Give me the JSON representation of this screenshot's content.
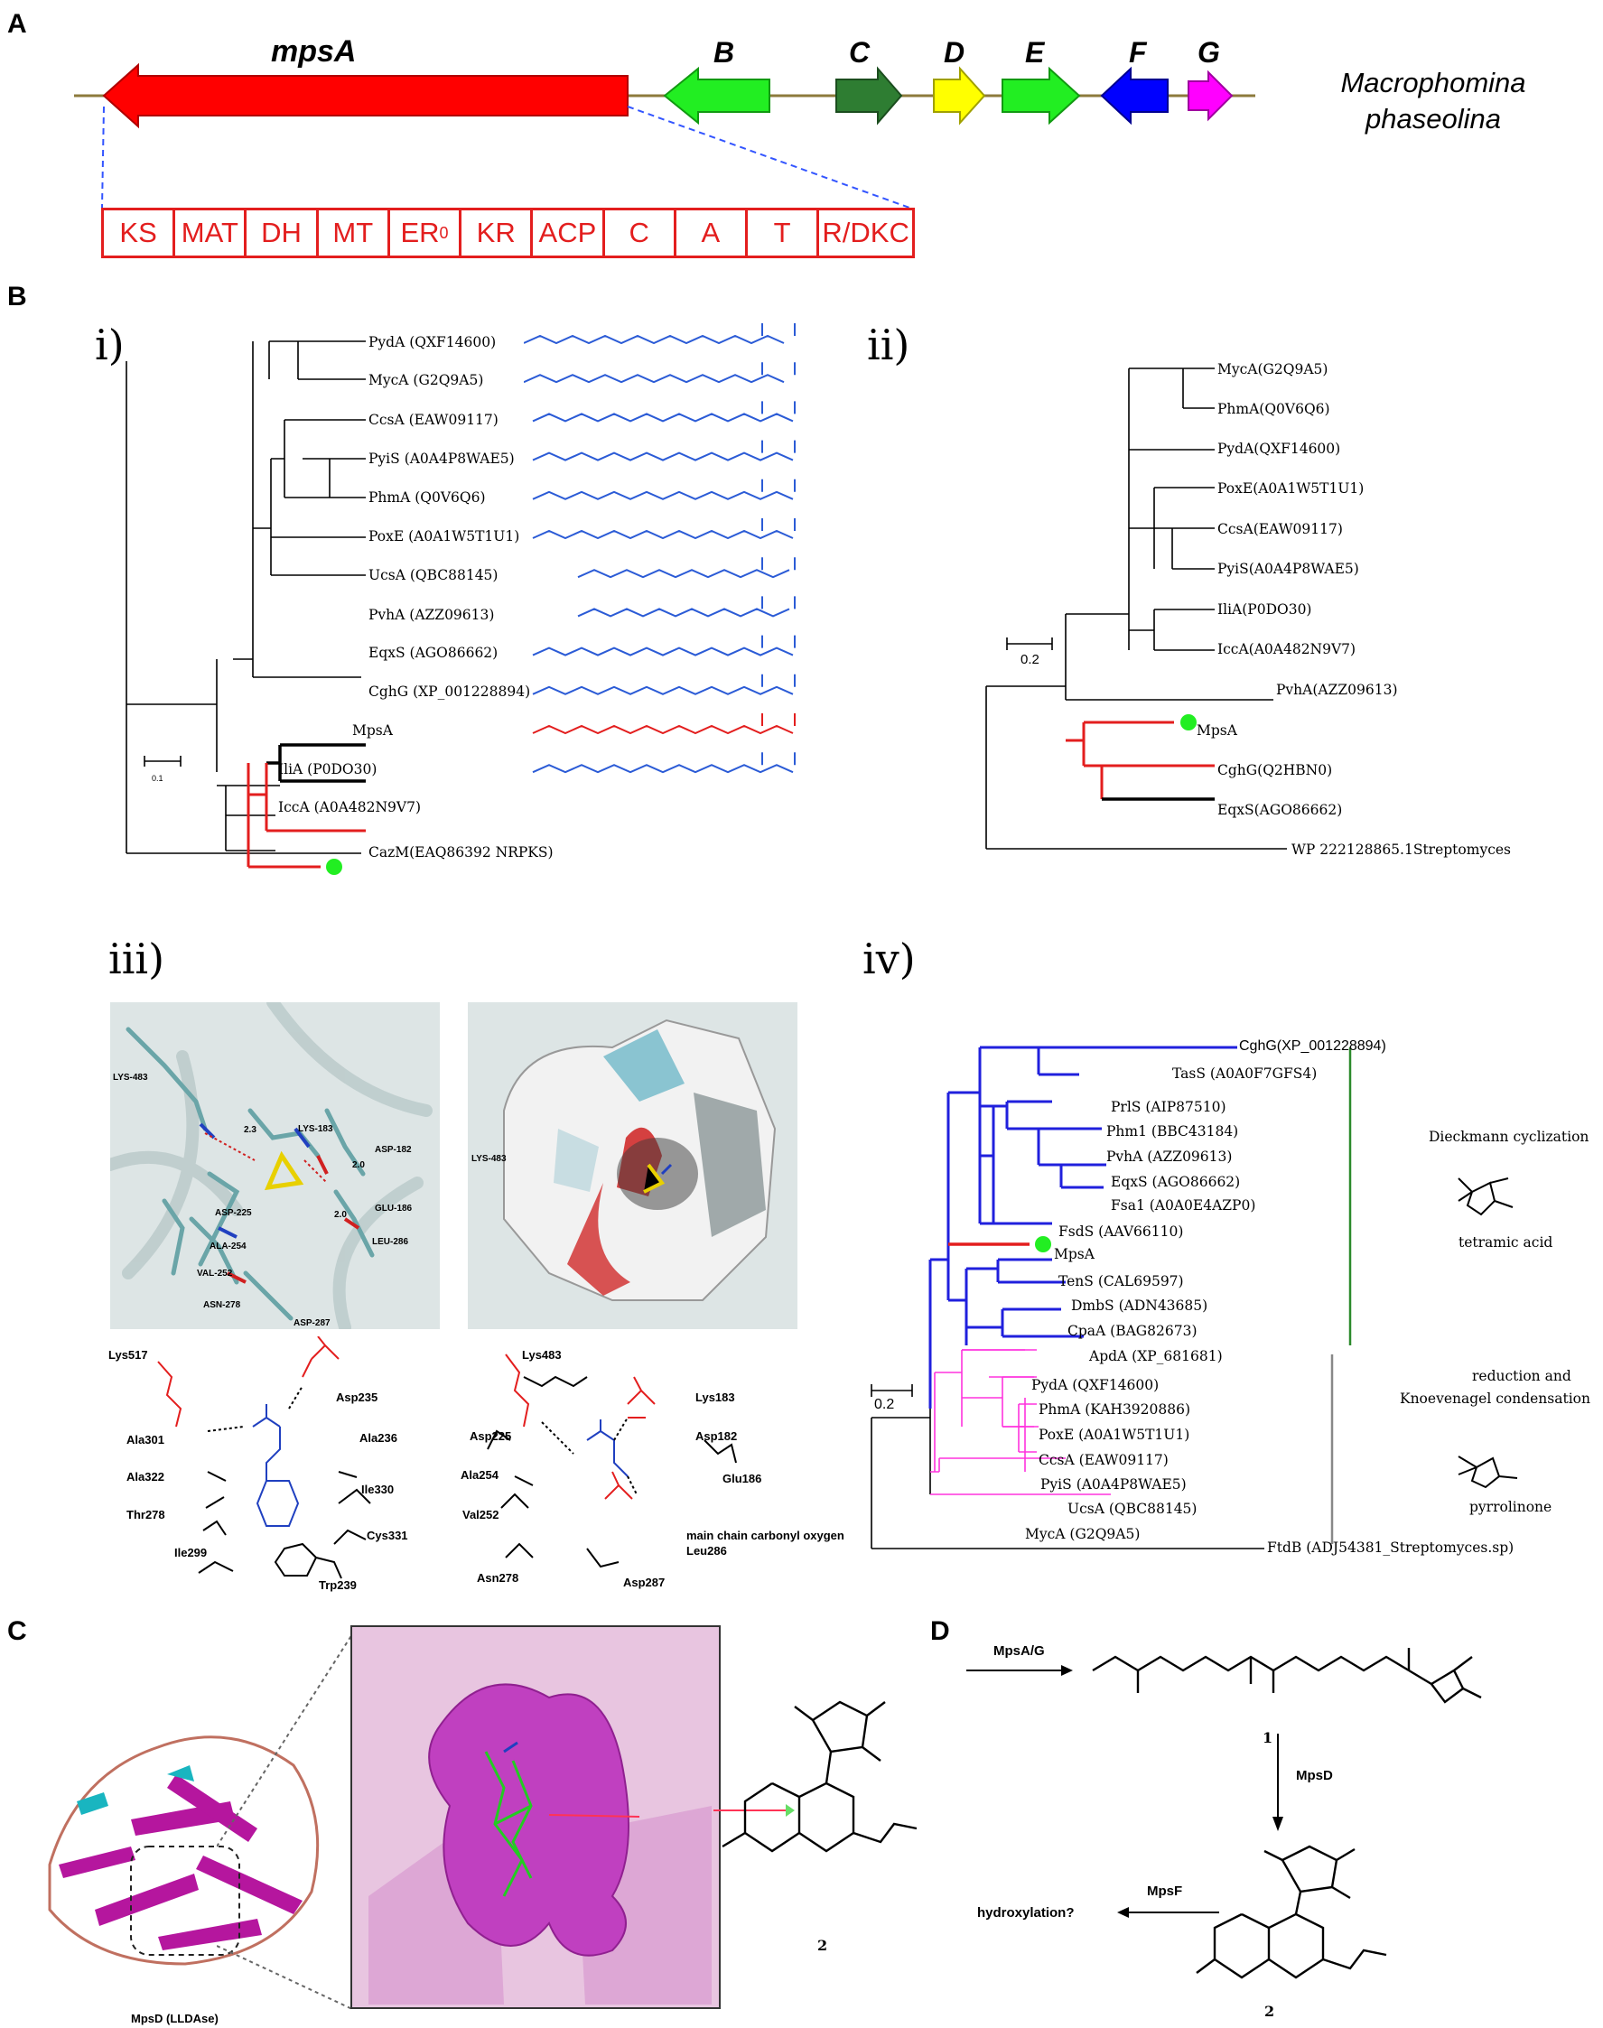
{
  "panels": {
    "a": "A",
    "b": "B",
    "c": "C",
    "d": "D"
  },
  "panel_a": {
    "genes": [
      {
        "label": "mpsA",
        "color": "#ff0000"
      },
      {
        "label": "B",
        "color": "#22ee22"
      },
      {
        "label": "C",
        "color": "#2e7d32"
      },
      {
        "label": "D",
        "color": "#ffff00"
      },
      {
        "label": "E",
        "color": "#22ee22"
      },
      {
        "label": "F",
        "color": "#0000ff"
      },
      {
        "label": "G",
        "color": "#ff00ff"
      }
    ],
    "organism_line1": "Macrophomina",
    "organism_line2": "phaseolina",
    "domains": [
      "KS",
      "MAT",
      "DH",
      "MT",
      "ER",
      "KR",
      "ACP",
      "C",
      "A",
      "T",
      "R/DKC"
    ],
    "er_superscript": "0"
  },
  "tree_i": {
    "roman": "i)",
    "scale": "0.1",
    "leaves": [
      "PydA (QXF14600)",
      "MycA (G2Q9A5)",
      "CcsA (EAW09117)",
      "PyiS (A0A4P8WAE5)",
      "PhmA (Q0V6Q6)",
      "PoxE (A0A1W5T1U1)",
      "UcsA (QBC88145)",
      "PvhA (AZZ09613)",
      "EqxS (AGO86662)",
      "CghG (XP_001228894)",
      "MpsA",
      "IliA (P0DO30)",
      "IccA (A0A482N9V7)",
      "CazM(EAQ86392 NRPKS)"
    ]
  },
  "tree_ii": {
    "roman": "ii)",
    "scale": "0.2",
    "leaves": [
      "MycA(G2Q9A5)",
      "PhmA(Q0V6Q6)",
      "PydA(QXF14600)",
      "PoxE(A0A1W5T1U1)",
      "CcsA(EAW09117)",
      "PyiS(A0A4P8WAE5)",
      "IliA(P0DO30)",
      "IccA(A0A482N9V7)",
      "PvhA(AZZ09613)",
      "MpsA",
      "CghG(Q2HBN0)",
      "EqxS(AGO86662)",
      "WP 222128865.1Streptomyces"
    ]
  },
  "panel_iii": {
    "roman": "iii)",
    "left_labels": [
      "LYS-483",
      "LYS-183",
      "ASP-182",
      "ASP-225",
      "ALA-254",
      "VAL-252",
      "ASN-278",
      "ASP-287",
      "LEU-286",
      "GLU-186",
      "2.3",
      "2.0",
      "2.0"
    ],
    "right_labels": [
      "LYS-483"
    ],
    "res_left": [
      "Lys517",
      "Asp235",
      "Ala301",
      "Ala236",
      "Ala322",
      "Ile330",
      "Thr278",
      "Cys331",
      "Ile299",
      "Trp239"
    ],
    "res_right": [
      "Lys483",
      "Lys183",
      "Asp225",
      "Asp182",
      "Ala254",
      "Glu186",
      "Val252",
      "main chain carbonyl oxygen",
      "Leu286",
      "Asn278",
      "Asp287"
    ]
  },
  "tree_iv": {
    "roman": "iv)",
    "scale": "0.2",
    "leaves": [
      "CghG(XP_001228894)",
      "TasS (A0A0F7GFS4)",
      "PrlS (AIP87510)",
      "Phm1 (BBC43184)",
      "PvhA (AZZ09613)",
      "EqxS (AGO86662)",
      "Fsa1 (A0A0E4AZP0)",
      "FsdS (AAV66110)",
      "MpsA",
      "TenS (CAL69597)",
      "DmbS (ADN43685)",
      "CpaA (BAG82673)",
      "ApdA (XP_681681)",
      "PydA (QXF14600)",
      "PhmA (KAH3920886)",
      "PoxE (A0A1W5T1U1)",
      "CcsA (EAW09117)",
      "PyiS (A0A4P8WAE5)",
      "UcsA (QBC88145)",
      "MycA (G2Q9A5)",
      "FtdB (ADJ54381_Streptomyces.sp)"
    ],
    "group1": "Dieckmann cyclization",
    "group1_product": "tetramic acid",
    "group2_line1": "reduction and",
    "group2_line2": "Knoevenagel condensation",
    "group2_product": "pyrrolinone"
  },
  "panel_c": {
    "protein_label": "MpsD (LLDAse)",
    "compound": "2"
  },
  "panel_d": {
    "enzyme1": "MpsA/G",
    "enzyme2": "MpsD",
    "enzyme3": "MpsF",
    "compound1": "1",
    "compound2": "2",
    "hydroxylation": "hydroxylation?"
  }
}
